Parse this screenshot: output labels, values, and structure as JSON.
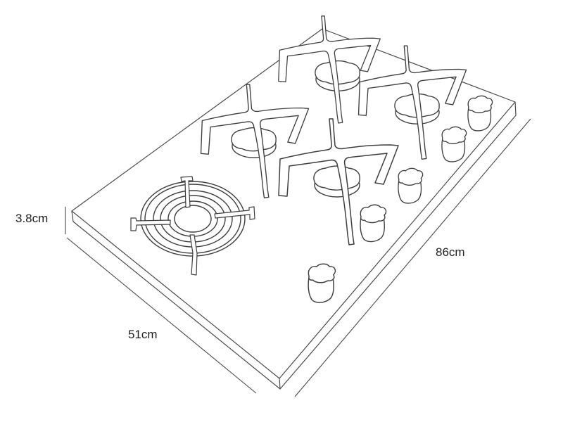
{
  "diagram": {
    "subject": "gas-hob-isometric-line-drawing",
    "background": "#ffffff",
    "line_color": "#3e3e3e",
    "labels": {
      "height": "3.8cm",
      "width": "51cm",
      "depth": "86cm"
    },
    "components": {
      "cross_trivet_count": 4,
      "burner_cap_count": 4,
      "ring_burner_count": 1,
      "control_knob_count": 5
    }
  }
}
